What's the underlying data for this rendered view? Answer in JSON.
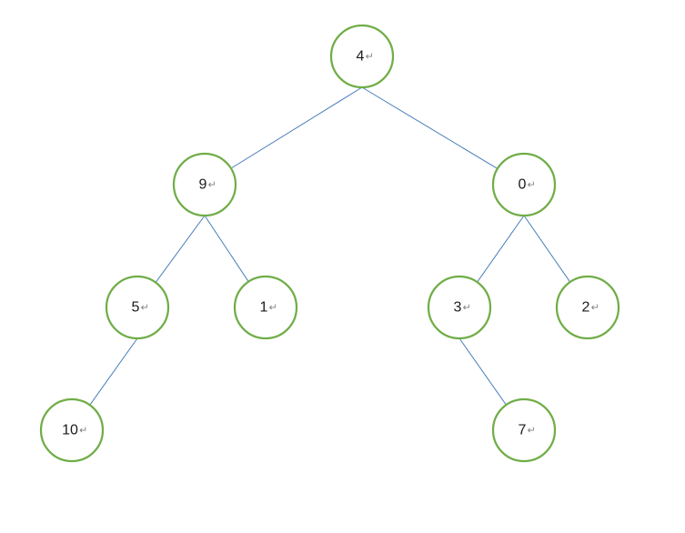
{
  "tree": {
    "node_stroke_color": "#70ad47",
    "edge_color": "#4a7ebb",
    "return_mark": "↵",
    "nodes": [
      {
        "id": "n4",
        "label": "4"
      },
      {
        "id": "n9",
        "label": "9"
      },
      {
        "id": "n0",
        "label": "0"
      },
      {
        "id": "n5",
        "label": "5"
      },
      {
        "id": "n1",
        "label": "1"
      },
      {
        "id": "n3",
        "label": "3"
      },
      {
        "id": "n2",
        "label": "2"
      },
      {
        "id": "n10",
        "label": "10"
      },
      {
        "id": "n7",
        "label": "7"
      }
    ],
    "edges": [
      {
        "from": "n4",
        "to": "n9"
      },
      {
        "from": "n4",
        "to": "n0"
      },
      {
        "from": "n9",
        "to": "n5"
      },
      {
        "from": "n9",
        "to": "n1"
      },
      {
        "from": "n0",
        "to": "n3"
      },
      {
        "from": "n0",
        "to": "n2"
      },
      {
        "from": "n5",
        "to": "n10"
      },
      {
        "from": "n3",
        "to": "n7"
      }
    ]
  }
}
